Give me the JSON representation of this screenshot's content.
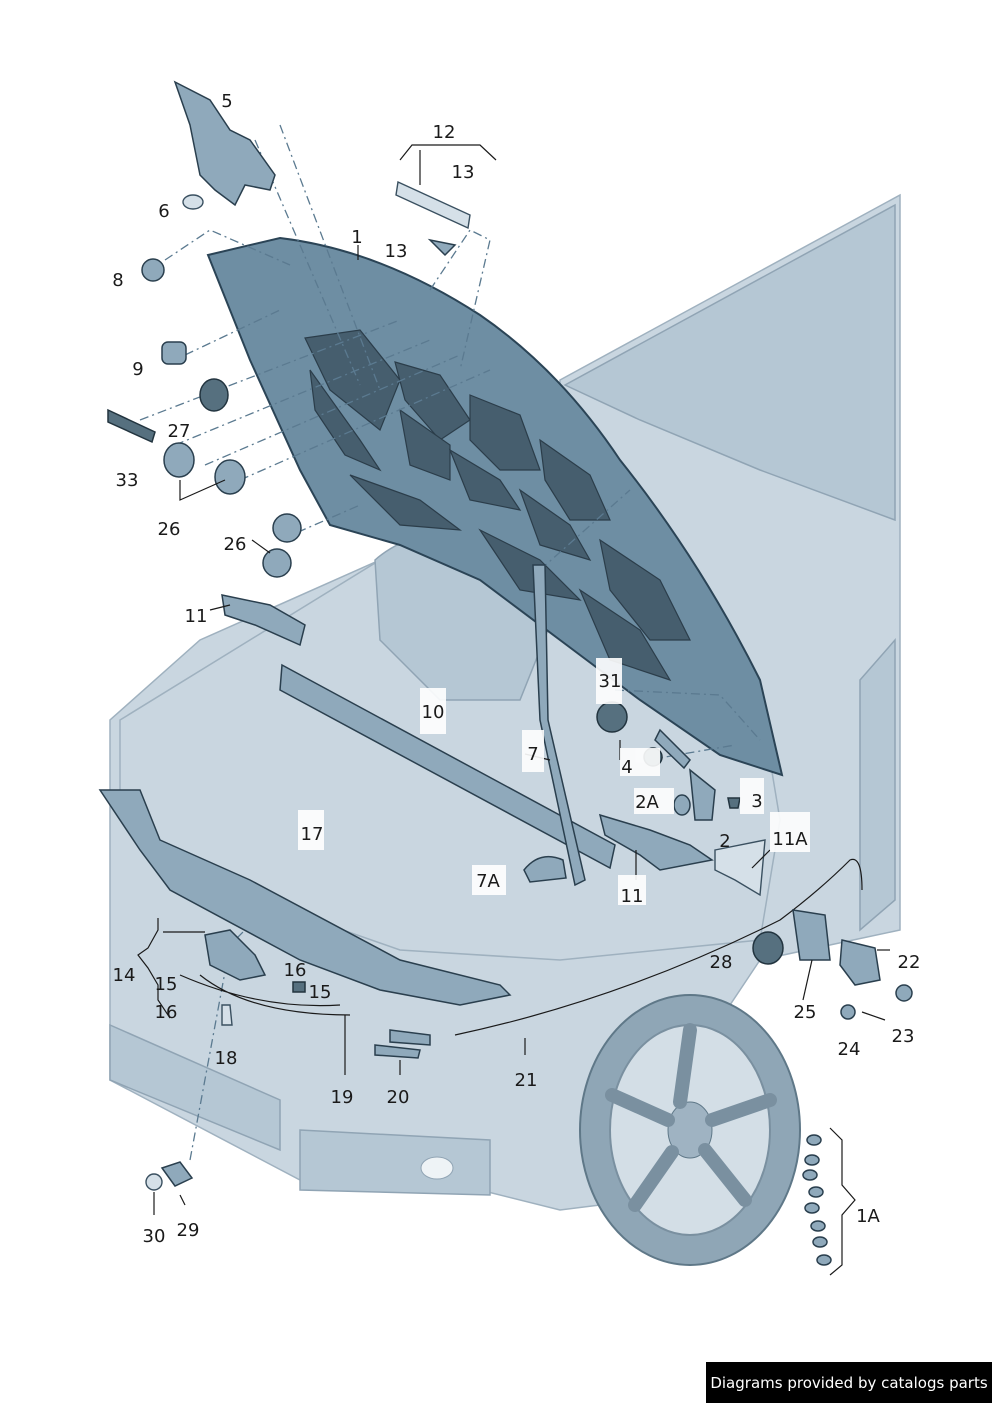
{
  "callouts": [
    "1",
    "1A",
    "2",
    "2A",
    "3",
    "4",
    "5",
    "6",
    "7",
    "7A",
    "8",
    "9",
    "10",
    "11",
    "11",
    "11A",
    "12",
    "13",
    "13",
    "14",
    "15",
    "15",
    "16",
    "16",
    "17",
    "18",
    "19",
    "20",
    "21",
    "22",
    "23",
    "24",
    "25",
    "26",
    "26",
    "27",
    "28",
    "29",
    "30",
    "31",
    "33"
  ],
  "credit": "Diagrams provided by catalogs parts"
}
